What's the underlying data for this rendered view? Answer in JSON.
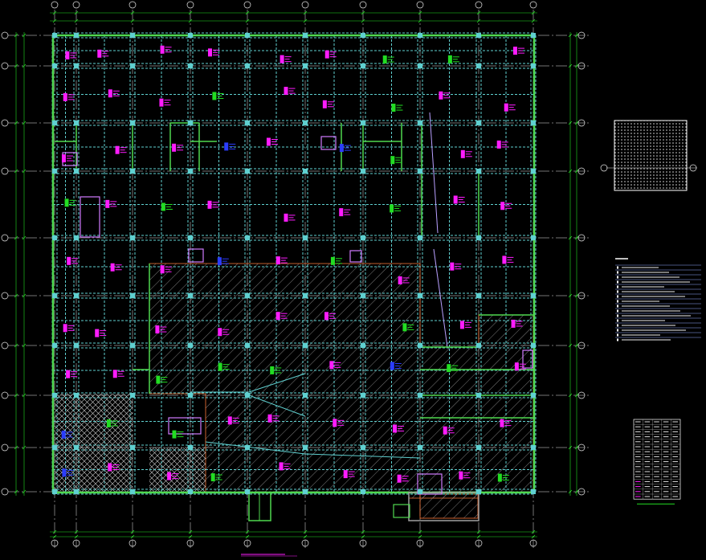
{
  "colors": {
    "background": "#000000",
    "wall": "#4fd84f",
    "grid_axis": "#e8e8e8",
    "beam": "#5fd0d0",
    "label_magenta": "#ff1cff",
    "label_green": "#22dd22",
    "label_blue": "#2b3cff",
    "hatch": "#c0c0c0",
    "slab_edge": "#ff7a3a",
    "table_line": "#8fa8ff",
    "detail_fill": "#ffffff"
  },
  "grid": {
    "columns": [
      "",
      "",
      "",
      "",
      "",
      "",
      "",
      "",
      ""
    ],
    "rows": [
      "",
      "",
      "",
      "",
      "",
      "",
      "",
      "",
      "",
      ""
    ]
  },
  "legend": {
    "row_count": 16
  },
  "schedule": {
    "row_count": 16,
    "column_count": 5
  },
  "drawing_title": ""
}
